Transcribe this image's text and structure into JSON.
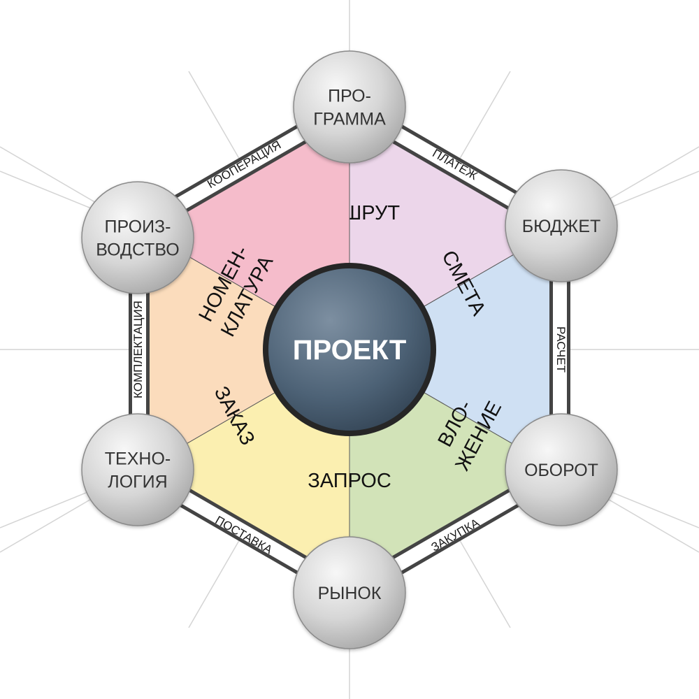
{
  "center": {
    "label": "ПРОЕКТ"
  },
  "sectors": [
    {
      "id": "marshrut",
      "lines": [
        "МАРШРУТ"
      ],
      "color": "#ecd6ea"
    },
    {
      "id": "smeta",
      "lines": [
        "СМЕТА"
      ],
      "color": "#cfe0f3"
    },
    {
      "id": "vlozhenie",
      "lines": [
        "ВЛО-",
        "ЖЕНИЕ"
      ],
      "color": "#d2e3b8"
    },
    {
      "id": "zapros",
      "lines": [
        "ЗАПРОС"
      ],
      "color": "#fbefb0"
    },
    {
      "id": "zakaz",
      "lines": [
        "ЗАКАЗ"
      ],
      "color": "#fbdcbc"
    },
    {
      "id": "nomenklatura",
      "lines": [
        "НОМЕН-",
        "КЛАТУРА"
      ],
      "color": "#f5bccb"
    }
  ],
  "nodes": [
    {
      "id": "programma",
      "lines": [
        "ПРО-",
        "ГРАММА"
      ]
    },
    {
      "id": "budget",
      "lines": [
        "БЮДЖЕТ"
      ]
    },
    {
      "id": "oborot",
      "lines": [
        "ОБОРОТ"
      ]
    },
    {
      "id": "rynok",
      "lines": [
        "РЫНОК"
      ]
    },
    {
      "id": "tekhnologiya",
      "lines": [
        "ТЕХНО-",
        "ЛОГИЯ"
      ]
    },
    {
      "id": "proizvodstvo",
      "lines": [
        "ПРОИЗ-",
        "ВОДСТВО"
      ]
    }
  ],
  "links": [
    {
      "id": "platezh",
      "label": "ПЛАТЕЖ"
    },
    {
      "id": "raschet",
      "label": "РАСЧЕТ"
    },
    {
      "id": "zakupka",
      "label": "ЗАКУПКА"
    },
    {
      "id": "postavka",
      "label": "ПОСТАВКА"
    },
    {
      "id": "komplektaciya",
      "label": "КОМПЛЕКТАЦИЯ"
    },
    {
      "id": "kooperaciya",
      "label": "КООПЕРАЦИЯ"
    }
  ]
}
